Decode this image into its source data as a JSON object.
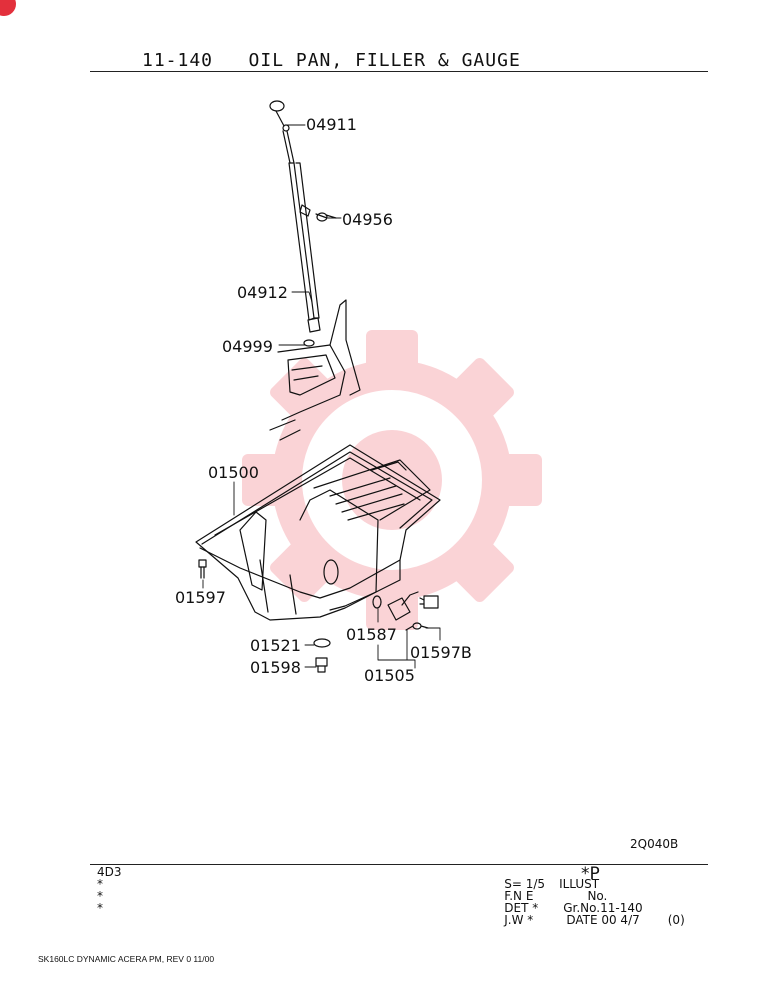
{
  "header": {
    "title": "11-140   OIL PAN, FILLER & GAUGE"
  },
  "parts": [
    {
      "number": "04911"
    },
    {
      "number": "04956"
    },
    {
      "number": "04912"
    },
    {
      "number": "04999"
    },
    {
      "number": "01500"
    },
    {
      "number": "01597"
    },
    {
      "number": "01587"
    },
    {
      "number": "01521"
    },
    {
      "number": "01597B"
    },
    {
      "number": "01598"
    },
    {
      "number": "01505"
    }
  ],
  "reference_code": "2Q040B",
  "info": {
    "left": [
      "4D3",
      "*",
      "*",
      "*"
    ],
    "scale": "S= 1/5",
    "illust": "ILLUST",
    "no": "No.",
    "illust_no": "*P",
    "fne": "F.N E",
    "det": "DET *",
    "grno": "Gr.No.11-140",
    "jw": "J.W *",
    "date": "DATE 00 4/7",
    "rev": "(0)"
  },
  "footer": {
    "text": "SK160LC DYNAMIC ACERA PM, REV 0 11/00"
  },
  "colors": {
    "watermark": "#e8283a",
    "ink": "#111111"
  }
}
